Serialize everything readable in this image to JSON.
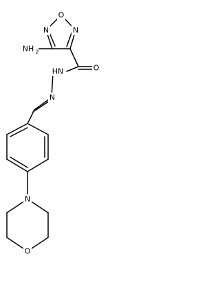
{
  "molecule": {
    "atoms": {
      "n_amine": "NH",
      "n_amine_h_sub": "2",
      "o_ring_top": "O",
      "n_ring_upper": "N",
      "n_ring_lower": "N",
      "o_carbonyl": "O",
      "n_hydrazide": "HN",
      "n_imine": "N",
      "n_morpholine": "N",
      "o_morpholine": "O"
    },
    "colors": {
      "bond": "#000000",
      "label": "#000000",
      "background": "#ffffff"
    }
  }
}
